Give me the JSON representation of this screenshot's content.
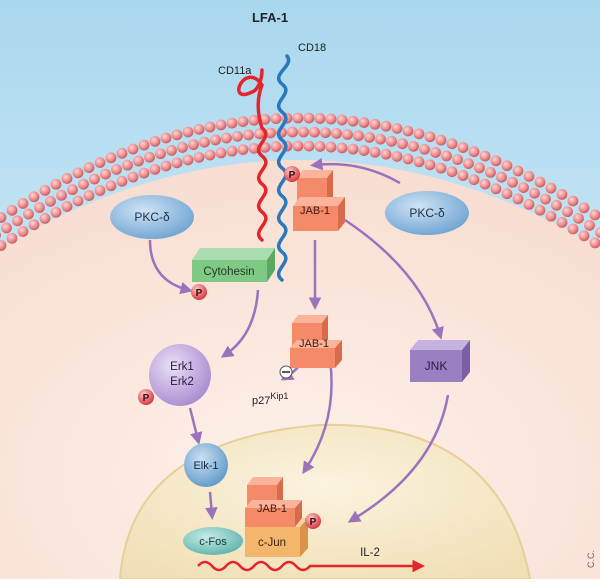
{
  "receptor": {
    "title": "LFA-1",
    "alpha_chain": "CD11a",
    "beta_chain": "CD18"
  },
  "molecules": {
    "pkc_left": "PKC-δ",
    "pkc_right": "PKC-δ",
    "cytohesin": "Cytohesin",
    "jab1_membrane": "JAB-1",
    "jab1_cytoplasm": "JAB-1",
    "jab1_nucleus": "JAB-1",
    "erk1": "Erk1",
    "erk2": "Erk2",
    "jnk": "JNK",
    "elk1": "Elk-1",
    "cfos": "c-Fos",
    "cjun": "c-Jun",
    "p27_base": "p27",
    "p27_sup": "Kip1",
    "il2": "IL-2"
  },
  "phospho_label": "P",
  "inhibit_label": "⊖",
  "credit": "C.C.",
  "colors": {
    "extracellular": "#bfe3f3",
    "membrane_head": "#ea8f8f",
    "cytoplasm": "#fbe7dd",
    "nucleus": "#f7ebcd",
    "cd11a": "#e3262b",
    "cd18": "#2a78bd",
    "pkc": "#7fb0d9",
    "cytohesin": "#7fc985",
    "jab1": "#f58a68",
    "erk": "#b9a2d8",
    "jnk": "#9b7fc3",
    "elk1": "#74a9d2",
    "cfos": "#7ac5be",
    "cjun": "#f3b66c",
    "arrow": "#9b72bc",
    "phospho": "#e0464f"
  }
}
